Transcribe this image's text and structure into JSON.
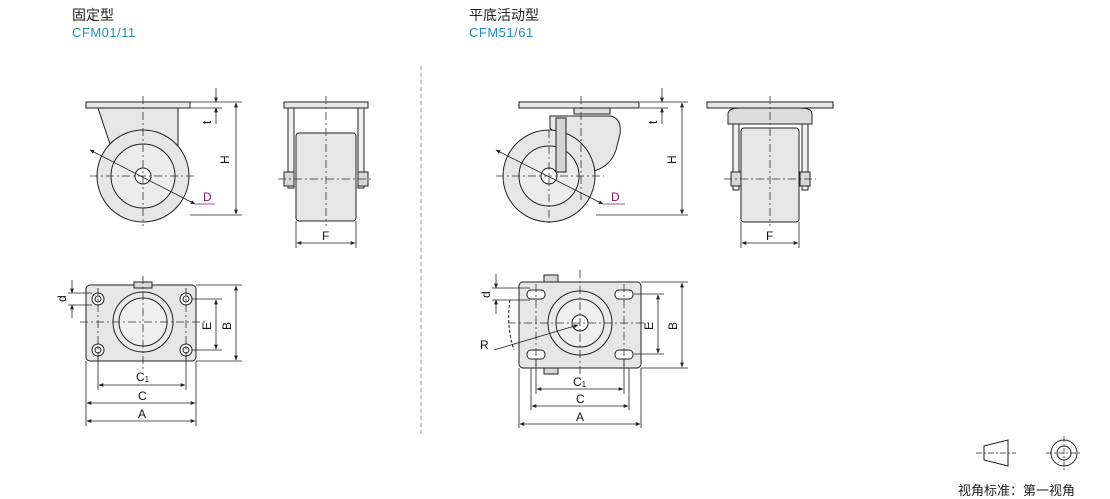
{
  "left": {
    "title": "固定型",
    "model": "CFM01/11"
  },
  "right": {
    "title": "平底活动型",
    "model": "CFM51/61"
  },
  "dimension_labels": {
    "t": "t",
    "H": "H",
    "D": "D",
    "F": "F",
    "d": "d",
    "E": "E",
    "B": "B",
    "C1_main": "C",
    "C1_sub": "1",
    "C": "C",
    "A": "A",
    "R": "R"
  },
  "legend": {
    "text": "视角标准：第一视角"
  },
  "colors": {
    "fill": "#e6e6e6",
    "line": "#222222",
    "accent_blue": "#1b8fc4",
    "accent_purple": "#8a1a6e"
  }
}
